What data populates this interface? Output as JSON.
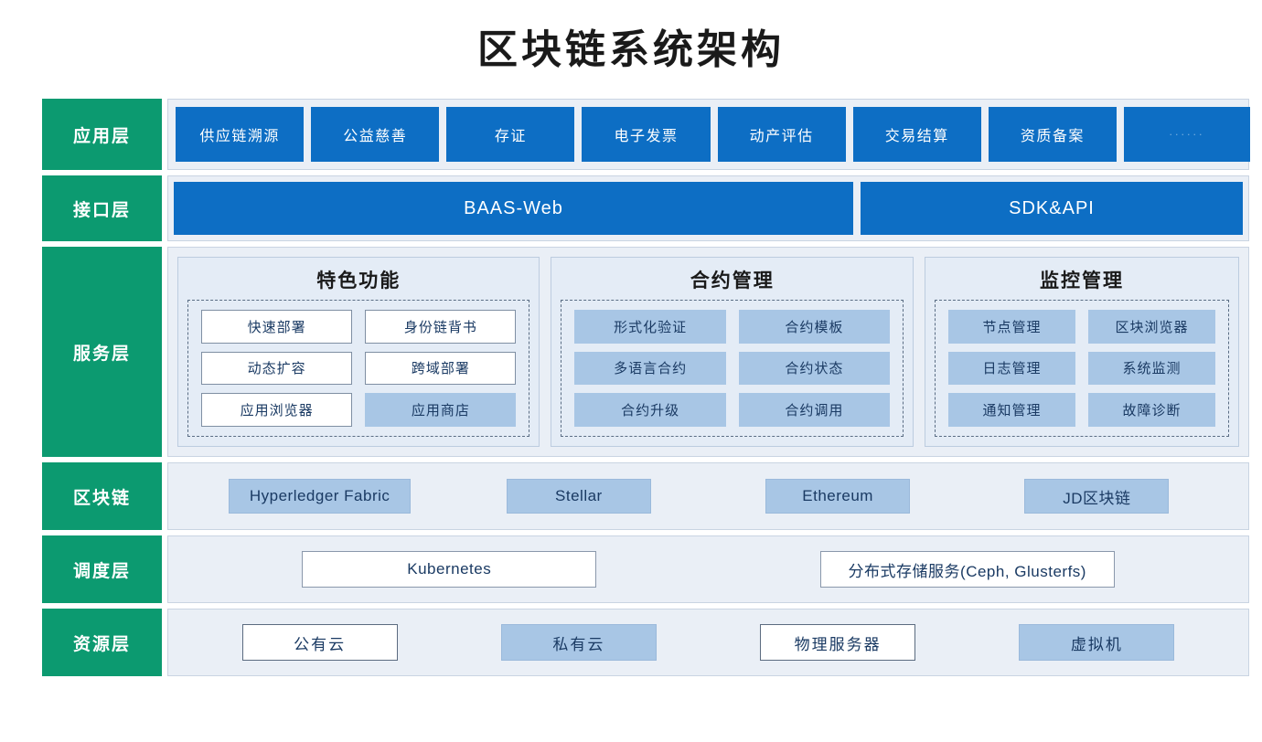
{
  "title": "区块链系统架构",
  "colors": {
    "layer_label_green": "#0c9a70",
    "primary_blue": "#0d6ec4",
    "tile_light_blue": "#a8c6e5",
    "panel_bg": "#eaeff6",
    "group_bg": "#e4ecf6",
    "text_dark_blue": "#1a3a63"
  },
  "layers": [
    {
      "id": "application",
      "label": "应用层"
    },
    {
      "id": "interface",
      "label": "接口层"
    },
    {
      "id": "service",
      "label": "服务层"
    },
    {
      "id": "blockchain",
      "label": "区块链"
    },
    {
      "id": "scheduling",
      "label": "调度层"
    },
    {
      "id": "resource",
      "label": "资源层"
    }
  ],
  "application_layer": {
    "tiles": [
      {
        "label": "供应链溯源",
        "style": "solid"
      },
      {
        "label": "公益慈善",
        "style": "solid"
      },
      {
        "label": "存证",
        "style": "solid"
      },
      {
        "label": "电子发票",
        "style": "solid"
      },
      {
        "label": "动产评估",
        "style": "solid"
      },
      {
        "label": "交易结算",
        "style": "solid"
      },
      {
        "label": "资质备案",
        "style": "solid"
      },
      {
        "label": "······",
        "style": "faint"
      }
    ]
  },
  "interface_layer": {
    "tiles": [
      {
        "label": "BAAS-Web",
        "width": "wide"
      },
      {
        "label": "SDK&API",
        "width": "narrow"
      }
    ]
  },
  "service_layer": {
    "groups": [
      {
        "title": "特色功能",
        "tiles": [
          {
            "label": "快速部署",
            "style": "outline"
          },
          {
            "label": "身份链背书",
            "style": "outline"
          },
          {
            "label": "动态扩容",
            "style": "outline"
          },
          {
            "label": "跨域部署",
            "style": "outline"
          },
          {
            "label": "应用浏览器",
            "style": "outline"
          },
          {
            "label": "应用商店",
            "style": "filled"
          }
        ]
      },
      {
        "title": "合约管理",
        "tiles": [
          {
            "label": "形式化验证",
            "style": "filled"
          },
          {
            "label": "合约模板",
            "style": "filled"
          },
          {
            "label": "多语言合约",
            "style": "filled"
          },
          {
            "label": "合约状态",
            "style": "filled"
          },
          {
            "label": "合约升级",
            "style": "filled"
          },
          {
            "label": "合约调用",
            "style": "filled"
          }
        ]
      },
      {
        "title": "监控管理",
        "tiles": [
          {
            "label": "节点管理",
            "style": "filled"
          },
          {
            "label": "区块浏览器",
            "style": "filled"
          },
          {
            "label": "日志管理",
            "style": "filled"
          },
          {
            "label": "系统监测",
            "style": "filled"
          },
          {
            "label": "通知管理",
            "style": "filled"
          },
          {
            "label": "故障诊断",
            "style": "filled"
          }
        ]
      }
    ]
  },
  "blockchain_layer": {
    "tiles": [
      {
        "label": "Hyperledger Fabric"
      },
      {
        "label": "Stellar"
      },
      {
        "label": "Ethereum"
      },
      {
        "label": "JD区块链"
      }
    ]
  },
  "scheduling_layer": {
    "tiles": [
      {
        "label": "Kubernetes"
      },
      {
        "label": "分布式存储服务(Ceph, Glusterfs)"
      }
    ]
  },
  "resource_layer": {
    "tiles": [
      {
        "label": "公有云",
        "style": "outline"
      },
      {
        "label": "私有云",
        "style": "filled"
      },
      {
        "label": "物理服务器",
        "style": "outline"
      },
      {
        "label": "虚拟机",
        "style": "filled"
      }
    ]
  }
}
